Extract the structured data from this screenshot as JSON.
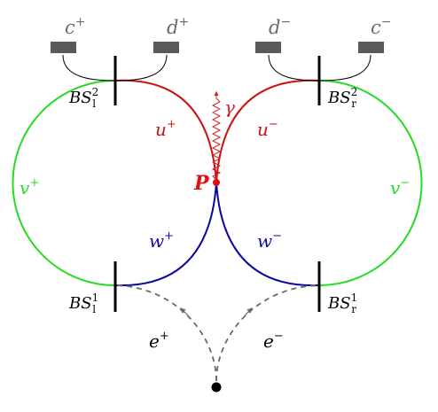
{
  "colors": {
    "green": "#22dd22",
    "red": "#cc1111",
    "blue": "#0a0aa0",
    "black": "#000000",
    "gray": "#6b6b6b",
    "detector": "#5a5a5a",
    "photon": "#cc2222"
  },
  "detectors": {
    "c_plus": {
      "base": "c",
      "sup": "+"
    },
    "d_plus": {
      "base": "d",
      "sup": "+"
    },
    "d_minus": {
      "base": "d",
      "sup": "−"
    },
    "c_minus": {
      "base": "c",
      "sup": "−"
    }
  },
  "beam_splitters": {
    "l2": {
      "base": "BS",
      "sub": "l",
      "sup": "2"
    },
    "r2": {
      "base": "BS",
      "sub": "r",
      "sup": "2"
    },
    "l1": {
      "base": "BS",
      "sub": "l",
      "sup": "1"
    },
    "r1": {
      "base": "BS",
      "sub": "r",
      "sup": "1"
    }
  },
  "arms": {
    "u_plus": {
      "base": "u",
      "sup": "+"
    },
    "u_minus": {
      "base": "u",
      "sup": "−"
    },
    "v_plus": {
      "base": "v",
      "sup": "+"
    },
    "v_minus": {
      "base": "v",
      "sup": "−"
    },
    "w_plus": {
      "base": "w",
      "sup": "+"
    },
    "w_minus": {
      "base": "w",
      "sup": "−"
    }
  },
  "particles": {
    "e_plus": {
      "base": "e",
      "sup": "+"
    },
    "e_minus": {
      "base": "e",
      "sup": "−"
    },
    "photon": "γ",
    "point": "P"
  }
}
